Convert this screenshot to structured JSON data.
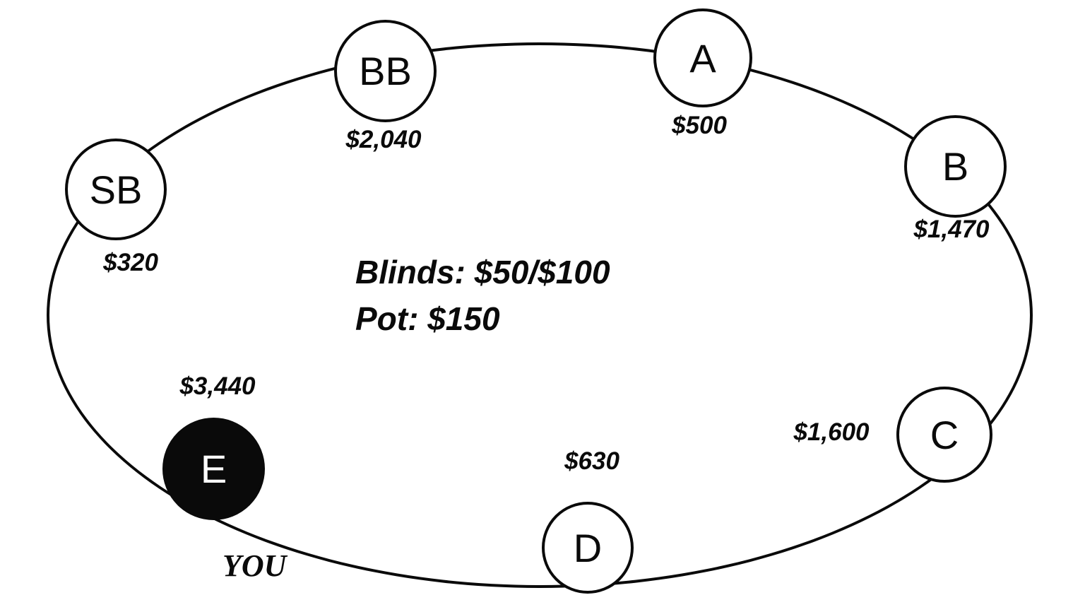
{
  "table": {
    "blinds_label": "Blinds: $50/$100",
    "pot_label": "Pot: $150",
    "you_label": "YOU"
  },
  "seats": [
    {
      "id": "SB",
      "label": "SB",
      "stack": "$320",
      "filled": false
    },
    {
      "id": "BB",
      "label": "BB",
      "stack": "$2,040",
      "filled": false
    },
    {
      "id": "A",
      "label": "A",
      "stack": "$500",
      "filled": false
    },
    {
      "id": "B",
      "label": "B",
      "stack": "$1,470",
      "filled": false
    },
    {
      "id": "C",
      "label": "C",
      "stack": "$1,600",
      "filled": false
    },
    {
      "id": "D",
      "label": "D",
      "stack": "$630",
      "filled": false
    },
    {
      "id": "E",
      "label": "E",
      "stack": "$3,440",
      "filled": true,
      "note": "YOU"
    }
  ]
}
